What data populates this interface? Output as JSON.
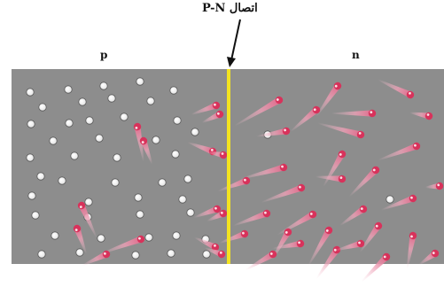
{
  "title": "اتصال P-N",
  "regions": {
    "p_label": "p",
    "n_label": "n"
  },
  "colors": {
    "background": "#ffffff",
    "semiconductor": "#8d8d8d",
    "junction_line": "#f3e321",
    "hole": "#ffffff",
    "electron": "#d8325b",
    "electron_tail": "#f2b2c4",
    "arrow": "#111111"
  },
  "particles": {
    "holes_p_side": 38,
    "holes_n_side": 2,
    "electrons_n_side": 32,
    "electrons_p_side": 14
  },
  "icons": [
    "hole-icon",
    "electron-icon",
    "arrow-icon"
  ]
}
